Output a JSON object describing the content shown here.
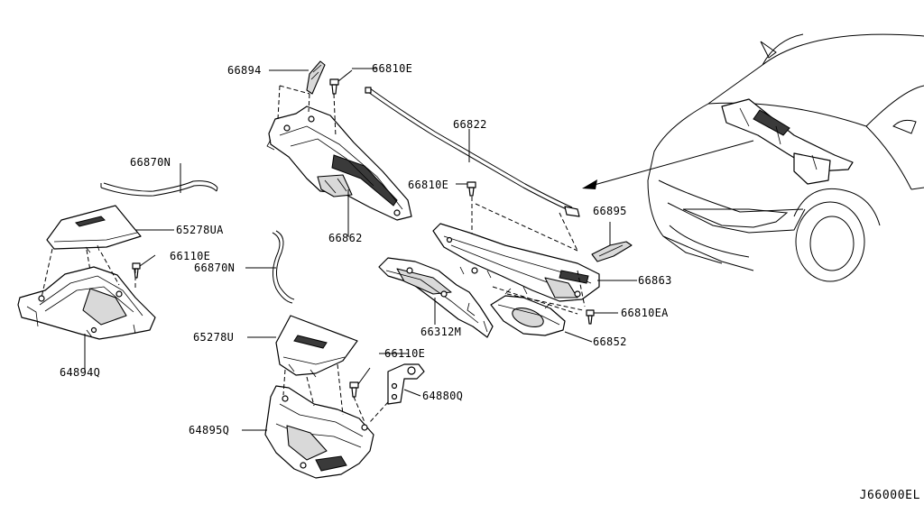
{
  "diagram_code": "J66000EL",
  "labels": {
    "l_66894": "66894",
    "l_66810e_top": "66810E",
    "l_66822": "66822",
    "l_66870n_top": "66870N",
    "l_65278ua": "65278UA",
    "l_66110e_left": "66110E",
    "l_66862": "66862",
    "l_66810e_mid": "66810E",
    "l_66895": "66895",
    "l_66870n_mid": "66870N",
    "l_66863": "66863",
    "l_64894q": "64894Q",
    "l_66810ea": "66810EA",
    "l_66312m": "66312M",
    "l_66852": "66852",
    "l_65278u": "65278U",
    "l_66110e_low": "66110E",
    "l_64880q": "64880Q",
    "l_64895q": "64895Q"
  }
}
